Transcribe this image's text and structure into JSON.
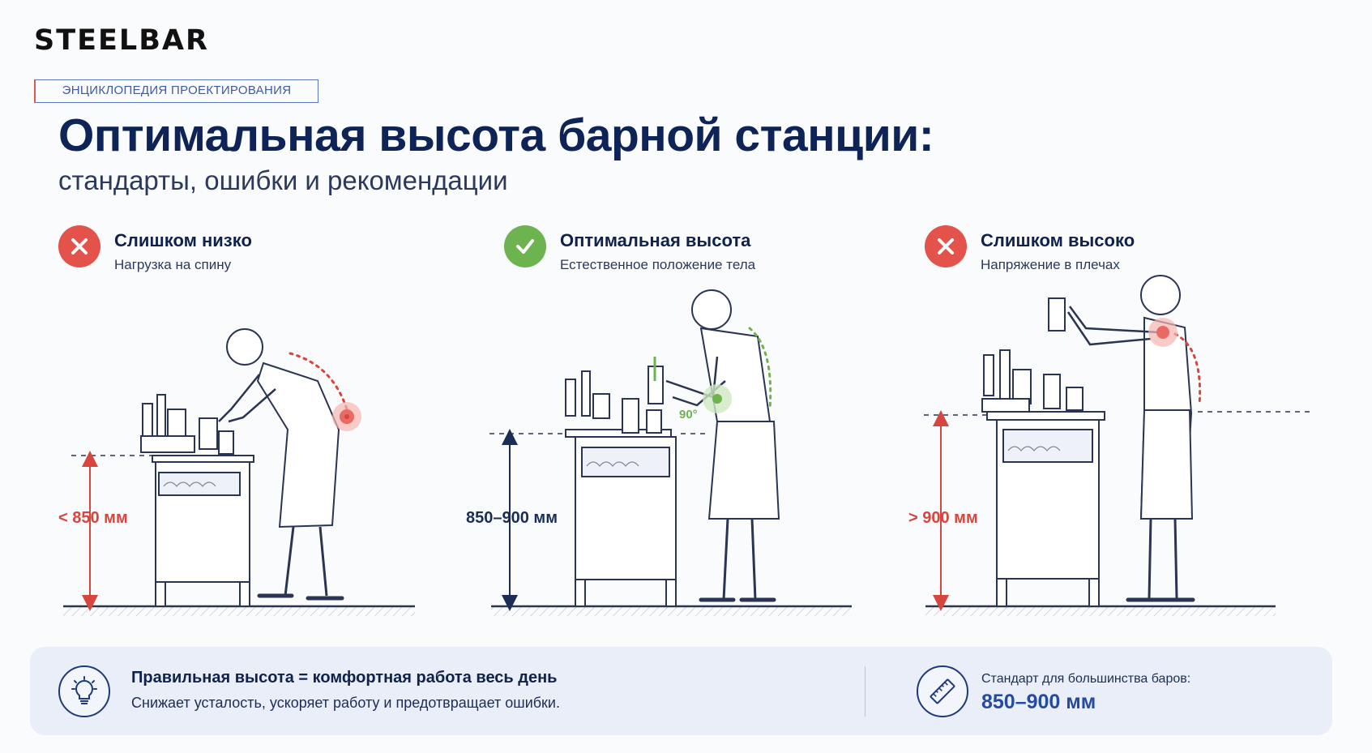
{
  "brand": {
    "logo": "STEELBAR"
  },
  "badge": "ЭНЦИКЛОПЕДИЯ ПРОЕКТИРОВАНИЯ",
  "title": "Оптимальная высота барной станции:",
  "subtitle": "стандарты, ошибки и рекомендации",
  "colors": {
    "bad": "#e3524b",
    "good": "#6db34f",
    "navy": "#0f2456",
    "accent_blue": "#254a9e"
  },
  "cases": [
    {
      "status": "bad",
      "icon": "cross-icon",
      "heading": "Слишком низко",
      "description": "Нагрузка на спину",
      "height_label": "< 850 мм"
    },
    {
      "status": "good",
      "icon": "check-icon",
      "heading": "Оптимальная высота",
      "description": "Естественное положение тела",
      "height_label": "850–900 мм",
      "angle_label": "90°"
    },
    {
      "status": "bad",
      "icon": "cross-icon",
      "heading": "Слишком высоко",
      "description": "Напряжение в плечах",
      "height_label": "> 900 мм"
    }
  ],
  "tip": {
    "icon": "lightbulb-icon",
    "title": "Правильная высота = комфортная работа весь день",
    "text": "Снижает усталость, ускоряет работу и предотвращает ошибки."
  },
  "standard": {
    "icon": "ruler-icon",
    "label": "Стандарт для большинства баров:",
    "value": "850–900 мм"
  }
}
